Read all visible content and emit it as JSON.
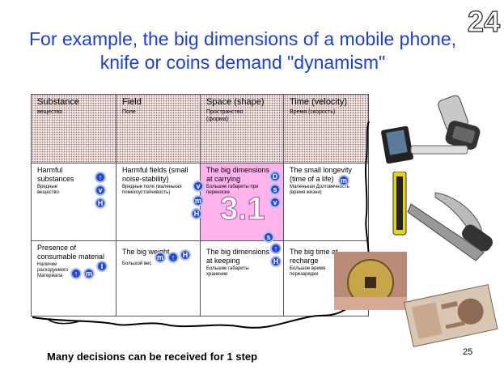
{
  "slide": {
    "title": "For example, the big dimensions of a mobile phone,  knife or coins demand \"dynamism\"",
    "number_corner": "24",
    "big_label": "3.1",
    "bottom_note": "Many decisions can be received for 1 step",
    "page_number": "25"
  },
  "table": {
    "headers": [
      {
        "title": "Substance",
        "sub": "вещество"
      },
      {
        "title": "Field",
        "sub": "Поле"
      },
      {
        "title": "Space (shape)",
        "sub": "Пространство (форма)"
      },
      {
        "title": "Time (velocity)",
        "sub": "Время (скорость)"
      }
    ],
    "row1": [
      {
        "text": "Harmful substances",
        "sub": "Вредные вещество"
      },
      {
        "text": "Harmful fields (small noise-stability)",
        "sub": "Вредные поля (маленькая помехоустойчивость)"
      },
      {
        "text": "The big dimensions at carrying",
        "sub": "Большие габариты при переноске"
      },
      {
        "text": "The small longevity (time of a life)",
        "sub": "Маленькая Долговечность (время жизни)"
      }
    ],
    "row2": [
      {
        "text": "Presence of consumable material",
        "sub": "Наличие расходуемого Материала"
      },
      {
        "text": "The big weight",
        "sub": "Большой вес"
      },
      {
        "text": "The big dimensions at keeping",
        "sub": "Большие габариты хранении"
      },
      {
        "text": "The big time at recharge",
        "sub": "Большое время перезарядки"
      }
    ]
  },
  "badges": {
    "r1c1": [
      "↑",
      "v",
      "H"
    ],
    "r1c2": [
      "v",
      "m",
      "H"
    ],
    "r1c3": [
      "D",
      "s",
      "v"
    ],
    "r1c4": [
      "m"
    ],
    "r2c1": [
      "↑",
      "m",
      "I"
    ],
    "r2c2": [
      "m",
      "↑",
      "H"
    ],
    "r2c3": [
      "s",
      "↑",
      "H"
    ]
  },
  "colors": {
    "title": "#1e40c8",
    "badge": "#2747c8",
    "highlight": "#ffb3ec"
  }
}
